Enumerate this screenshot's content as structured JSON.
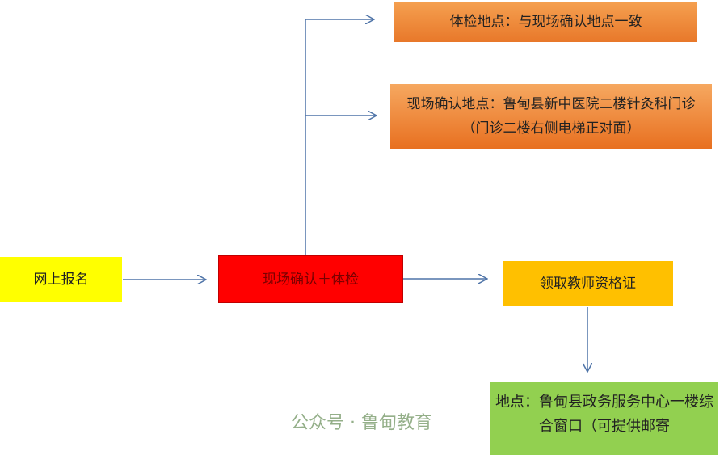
{
  "nodes": {
    "register": "网上报名",
    "confirm": "现场确认＋体检",
    "exam_location": "体检地点：与现场确认地点一致",
    "confirm_location": "现场确认地点：鲁甸县新中医院二楼针灸科门诊（门诊二楼右侧电梯正对面）",
    "certificate": "领取教师资格证",
    "pickup_location": "地点：鲁甸县政务服务中心一楼综合窗口（可提供邮寄"
  },
  "watermark": "公众号 · 鲁甸教育",
  "colors": {
    "arrow": "#4f74a8",
    "yellow": "#ffff00",
    "red": "#ff0000",
    "orange": "#ed7d31",
    "gold": "#ffc000",
    "green": "#92d050"
  }
}
